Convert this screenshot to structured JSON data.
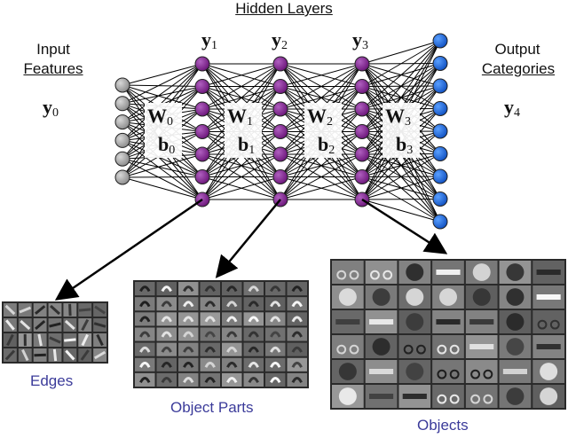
{
  "title": "Hidden Layers",
  "input_label_line1": "Input",
  "input_label_line2": "Features",
  "output_label_line1": "Output",
  "output_label_line2": "Categories",
  "layer_vectors": [
    {
      "sym": "y",
      "sub": "0"
    },
    {
      "sym": "y",
      "sub": "1"
    },
    {
      "sym": "y",
      "sub": "2"
    },
    {
      "sym": "y",
      "sub": "3"
    },
    {
      "sym": "y",
      "sub": "4"
    }
  ],
  "weights": [
    {
      "w": "W",
      "b": "b",
      "sub": "0"
    },
    {
      "w": "W",
      "b": "b",
      "sub": "1"
    },
    {
      "w": "W",
      "b": "b",
      "sub": "2"
    },
    {
      "w": "W",
      "b": "b",
      "sub": "3"
    }
  ],
  "layers": [
    {
      "nodes": 6,
      "color": "#9a9a9a"
    },
    {
      "nodes": 7,
      "color": "#7b1f8a"
    },
    {
      "nodes": 7,
      "color": "#7b1f8a"
    },
    {
      "nodes": 7,
      "color": "#7b1f8a"
    },
    {
      "nodes": 9,
      "color": "#1565d8"
    }
  ],
  "captions": {
    "edges": "Edges",
    "parts": "Object Parts",
    "objects": "Objects"
  },
  "feature_grids": [
    {
      "rows": 4,
      "cols": 7
    },
    {
      "rows": 7,
      "cols": 8
    },
    {
      "rows": 6,
      "cols": 7
    }
  ]
}
